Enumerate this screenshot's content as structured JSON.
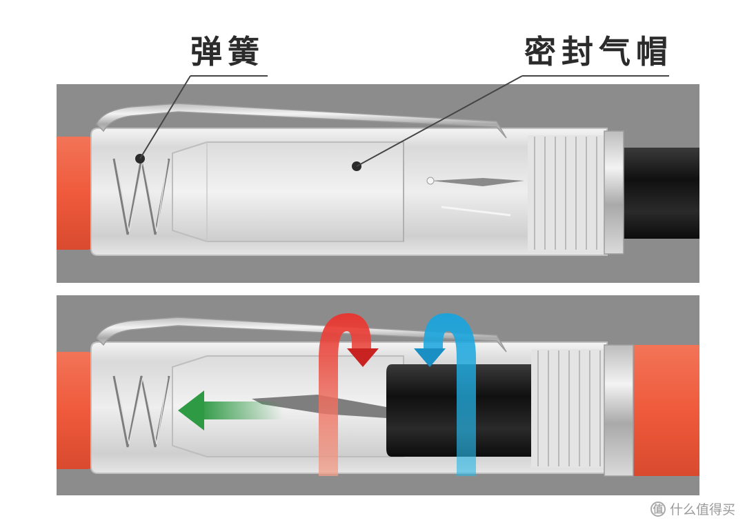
{
  "labels": {
    "spring": "弹簧",
    "seal_cap": "密封气帽"
  },
  "watermark": {
    "icon": "zhi-circle-logo-icon",
    "glyph": "值",
    "text": "什么值得买"
  },
  "colors": {
    "panel_background": "#8c8c8c",
    "barrel_orange": "#ef5a3c",
    "arrow_red": "#e8332d",
    "arrow_blue": "#1aa3dc",
    "arrow_green": "#2e9a44",
    "section_black": "#1b1b1b"
  }
}
